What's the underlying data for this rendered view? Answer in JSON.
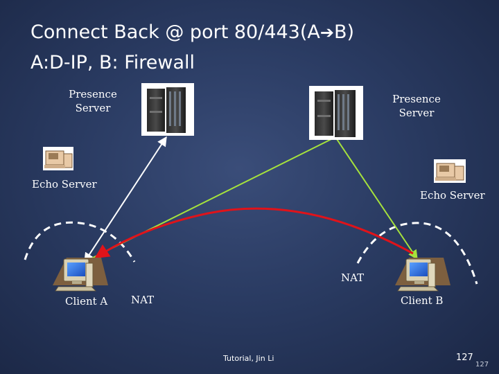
{
  "slide": {
    "title_line1_pre": "Connect Back @ port 80/443(A",
    "title_line1_post": "B)",
    "title_line2": "A:D-IP, B: Firewall"
  },
  "labels": {
    "presence_server_left": "Presence\nServer",
    "presence_server_right": "Presence\nServer",
    "echo_server_left": "Echo Server",
    "echo_server_right": "Echo Server",
    "client_a": "Client A",
    "client_b": "Client B",
    "nat_left": "NAT",
    "nat_right": "NAT"
  },
  "icons": {
    "server": "server-tower-icon",
    "echo": "echo-server-desktop-icon",
    "client": "client-computer-icon",
    "arrow": "right-arrow-icon"
  },
  "colors": {
    "white_link": "#ffffff",
    "green_link": "#a6e33c",
    "red_link": "#e0131a",
    "nat_boundary": "#ffffff"
  },
  "footer": {
    "text": "Tutorial, Jin Li",
    "page": "127",
    "page_small": "127"
  }
}
